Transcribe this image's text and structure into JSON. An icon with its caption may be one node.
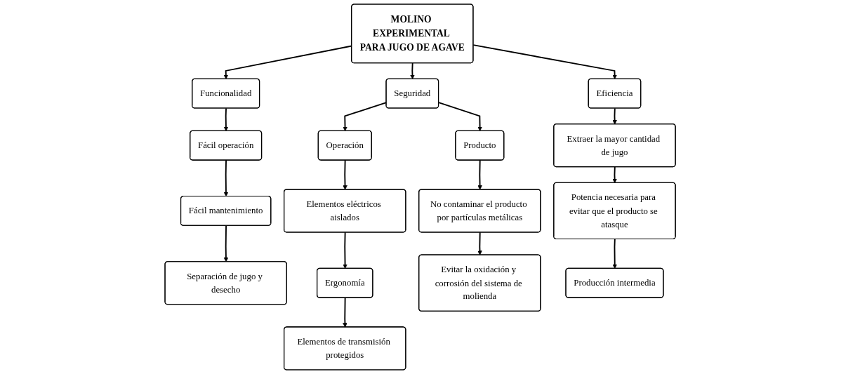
{
  "diagram": {
    "nodes": [
      {
        "text": [
          "MOLINO EXPERIMENTAL PARA JUGO DE AGAVE"
        ]
      },
      {
        "text": [
          "Funcionalidad"
        ]
      },
      {
        "text": [
          "Seguridad"
        ]
      },
      {
        "text": [
          "Eficiencia"
        ]
      },
      {
        "text": [
          "Fácil operación"
        ]
      },
      {
        "text": [
          "Fácil mantenimiento"
        ]
      },
      {
        "text": [
          "Separación de jugo y desecho"
        ]
      },
      {
        "text": [
          "Operación"
        ]
      },
      {
        "text": [
          "Producto"
        ]
      },
      {
        "text": [
          "Elementos eléctricos aislados"
        ]
      },
      {
        "text": [
          "Ergonomía"
        ]
      },
      {
        "text": [
          "Elementos de transmisión protegidos"
        ]
      },
      {
        "text": [
          "No contaminar el producto por partículas metálicas"
        ]
      },
      {
        "text": [
          "Evitar la oxidación y corrosión del sistema de molienda"
        ]
      },
      {
        "text": [
          "Extraer la mayor cantidad de jugo"
        ]
      },
      {
        "text": [
          "Potencia necesaria para evitar que el producto se atasque"
        ]
      },
      {
        "text": [
          "Producción intermedia"
        ]
      }
    ],
    "edges": [
      {
        "from": 0,
        "to": 1,
        "arrow": "to"
      },
      {
        "from": 0,
        "to": 2,
        "arrow": "to"
      },
      {
        "from": 0,
        "to": 3,
        "arrow": "to"
      },
      {
        "from": 1,
        "to": 4,
        "arrow": "to"
      },
      {
        "from": 4,
        "to": 5,
        "arrow": "to"
      },
      {
        "from": 5,
        "to": 6,
        "arrow": "to"
      },
      {
        "from": 2,
        "to": 7,
        "arrow": "to"
      },
      {
        "from": 2,
        "to": 8,
        "arrow": "to"
      },
      {
        "from": 7,
        "to": 9,
        "arrow": "to"
      },
      {
        "from": 9,
        "to": 10,
        "arrow": "to"
      },
      {
        "from": 10,
        "to": 11,
        "arrow": "to"
      },
      {
        "from": 8,
        "to": 12,
        "arrow": "to"
      },
      {
        "from": 12,
        "to": 13,
        "arrow": "to"
      },
      {
        "from": 3,
        "to": 14,
        "arrow": "to"
      },
      {
        "from": 14,
        "to": 15,
        "arrow": "to"
      },
      {
        "from": 15,
        "to": 16,
        "arrow": "to"
      }
    ]
  }
}
